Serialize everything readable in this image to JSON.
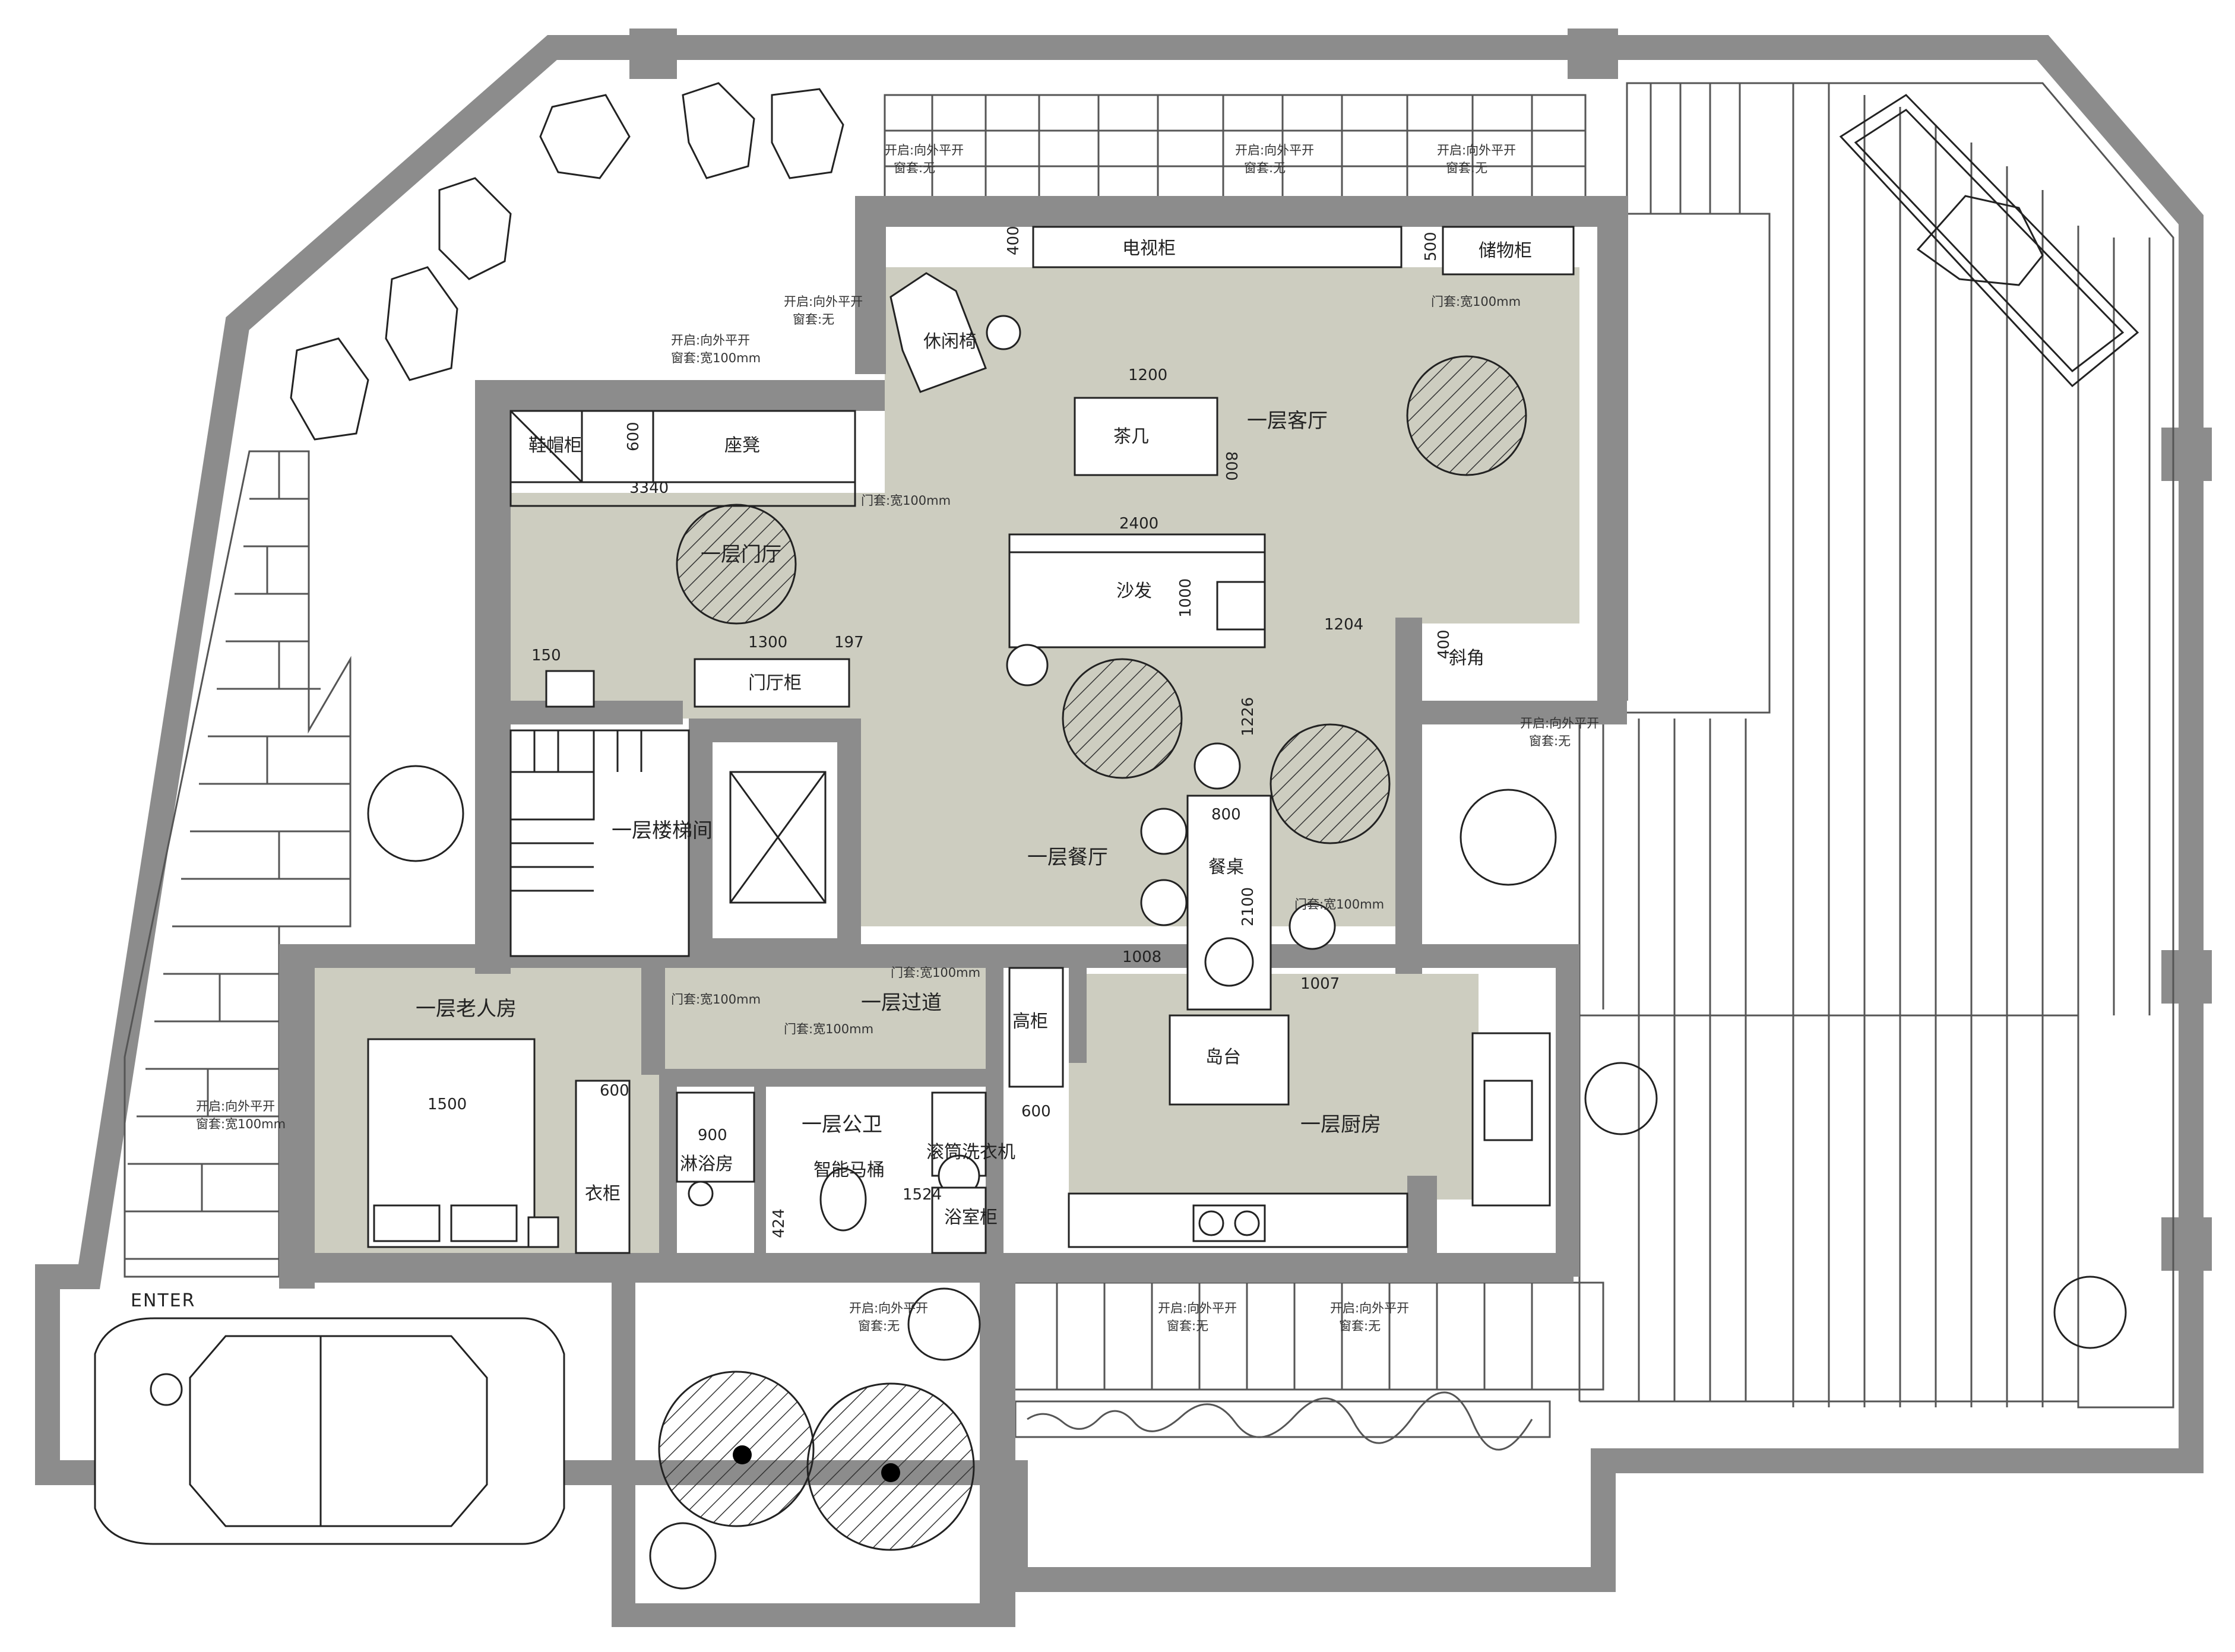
{
  "colors": {
    "wall": "#8c8c8c",
    "floor": "#cdcdc0",
    "line": "#222222",
    "tile": "#555555"
  },
  "rooms": {
    "living": "一层客厅",
    "foyer": "一层门厅",
    "dining": "一层餐厅",
    "stair": "一层楼梯间",
    "elder_bedroom": "一层老人房",
    "corridor": "一层过道",
    "bathroom": "一层公卫",
    "kitchen": "一层厨房"
  },
  "furniture": {
    "tv_cabinet": "电视柜",
    "storage_cabinet": "储物柜",
    "lounge_chair": "休闲椅",
    "coffee_table": "茶几",
    "sofa": "沙发",
    "shoe_cabinet": "鞋帽柜",
    "bench": "座凳",
    "hall_cabinet": "门厅柜",
    "dining_table": "餐桌",
    "island": "岛台",
    "tall_cabinet": "高柜",
    "wardrobe": "衣柜",
    "shower": "淋浴房",
    "toilet": "智能马桶",
    "washer": "滚筒洗衣机",
    "bath_cabinet": "浴室柜",
    "side_cabinet": "斜角"
  },
  "dimensions": {
    "d400": "400",
    "d500": "500",
    "d1200": "1200",
    "d800": "800",
    "d2400": "2400",
    "d1000": "1000",
    "d3340": "3340",
    "d600": "600",
    "d1300": "1300",
    "d197": "197",
    "d150": "150",
    "d1204": "1204",
    "d2100": "2100",
    "d1008": "1008",
    "d1007": "1007",
    "d1500": "1500",
    "d900": "900",
    "d1524": "1524",
    "d424": "424",
    "d1226": "1226"
  },
  "notes": {
    "w_open_flat": "开启:向外平开",
    "w_curtain_none": "窗套:无",
    "w_curtain_100": "窗套:宽100mm",
    "door_trim": "门套:宽100mm"
  },
  "enter": "ENTER"
}
